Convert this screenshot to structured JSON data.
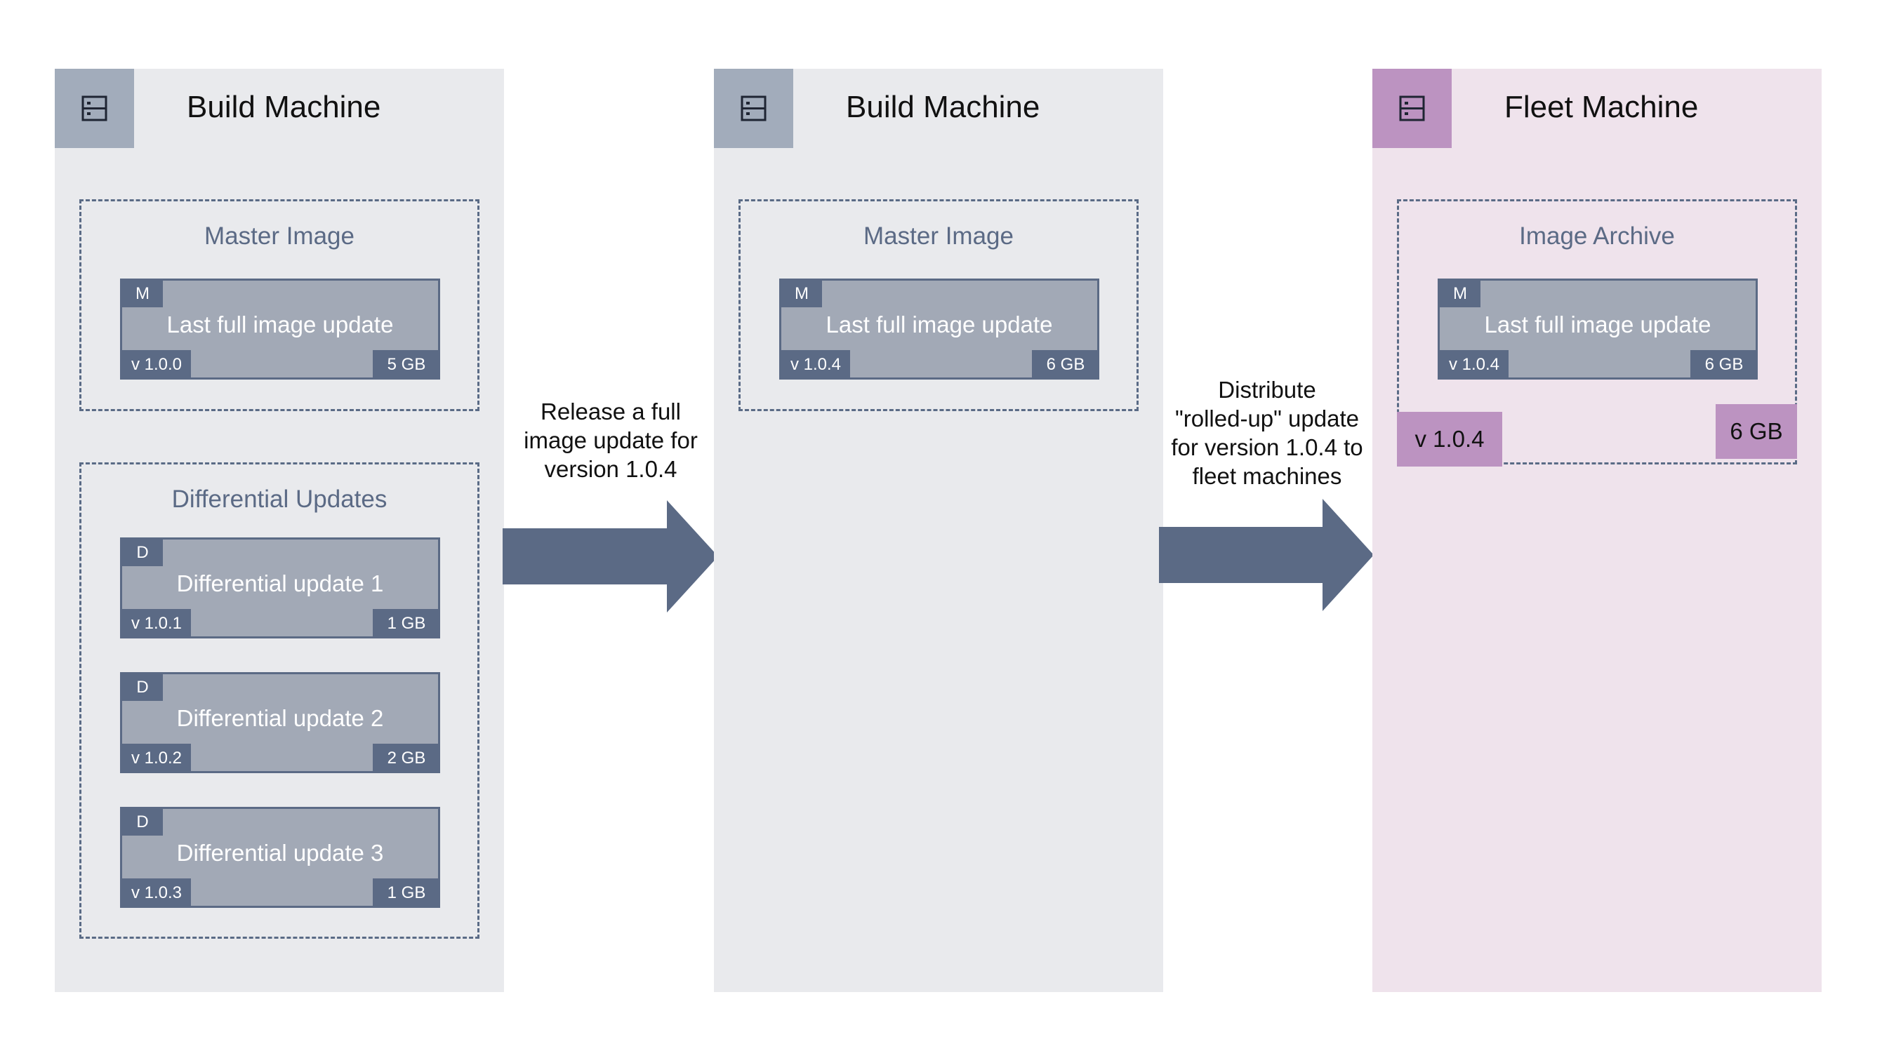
{
  "colors": {
    "panel_gray": "#e9eaed",
    "panel_pink": "#efe3ec",
    "accent_slate": "#5b6a85",
    "card_gray": "#a2a9b6",
    "accent_purple": "#bc93c1"
  },
  "panels": [
    {
      "icon": "server-icon",
      "title": "Build Machine",
      "groups": [
        {
          "title": "Master Image",
          "cards": [
            {
              "tag": "M",
              "label": "Last full image update",
              "version": "v 1.0.0",
              "size": "5 GB"
            }
          ]
        },
        {
          "title": "Differential Updates",
          "cards": [
            {
              "tag": "D",
              "label": "Differential update 1",
              "version": "v 1.0.1",
              "size": "1 GB"
            },
            {
              "tag": "D",
              "label": "Differential update 2",
              "version": "v 1.0.2",
              "size": "2 GB"
            },
            {
              "tag": "D",
              "label": "Differential update 3",
              "version": "v 1.0.3",
              "size": "1 GB"
            }
          ]
        }
      ]
    },
    {
      "icon": "server-icon",
      "title": "Build Machine",
      "groups": [
        {
          "title": "Master Image",
          "cards": [
            {
              "tag": "M",
              "label": "Last full image update",
              "version": "v 1.0.4",
              "size": "6 GB"
            }
          ]
        }
      ]
    },
    {
      "icon": "server-icon",
      "title": "Fleet Machine",
      "groups": [
        {
          "title": "Image Archive",
          "cards": [
            {
              "tag": "M",
              "label": "Last full image update",
              "version": "v 1.0.4",
              "size": "6 GB"
            }
          ],
          "version_badge": "v 1.0.4",
          "size_badge": "6 GB"
        }
      ]
    }
  ],
  "arrows": [
    {
      "text_lines": [
        "Release a full",
        "image update for",
        "version 1.0.4"
      ]
    },
    {
      "text_lines": [
        "Distribute",
        "\"rolled-up\" update",
        "for version 1.0.4 to",
        "fleet machines"
      ]
    }
  ]
}
